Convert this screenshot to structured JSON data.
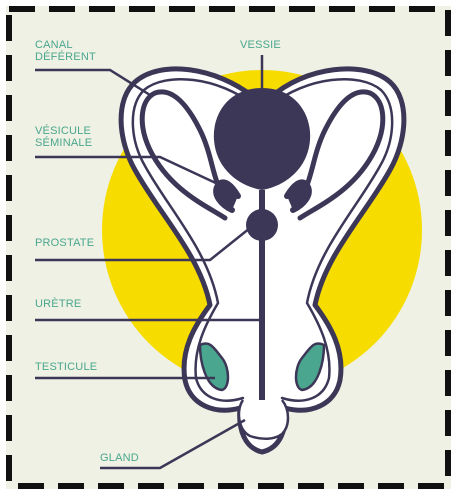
{
  "colors": {
    "background": "#eef1e3",
    "border": "#111111",
    "outline": "#3d3757",
    "organ_fill": "#ffffff",
    "bladder": "#3d3757",
    "sun": "#f7dc00",
    "testicle": "#4aa68e",
    "label_text": "#4aa68e"
  },
  "labels": {
    "canal": "CANAL\nDÉFÉRENT",
    "vessie": "VESSIE",
    "vesicule": "VÉSICULE\nSÉMINALE",
    "prostate": "PROSTATE",
    "uretre": "URÈTRE",
    "testicule": "TESTICULE",
    "gland": "GLAND"
  }
}
